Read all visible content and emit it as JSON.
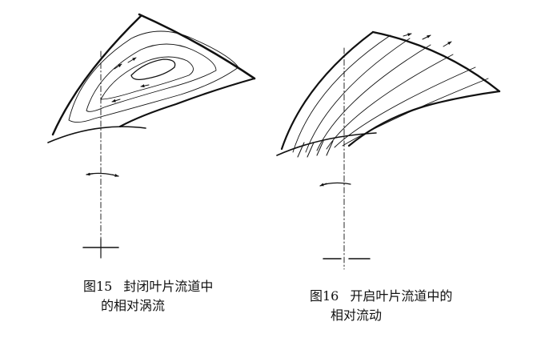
{
  "figures": [
    {
      "number": "图15",
      "caption_line1": "封闭叶片流道中",
      "caption_line2": "的相对涡流"
    },
    {
      "number": "图16",
      "caption_line1": "开启叶片流道中的",
      "caption_line2": "相对流动"
    }
  ]
}
